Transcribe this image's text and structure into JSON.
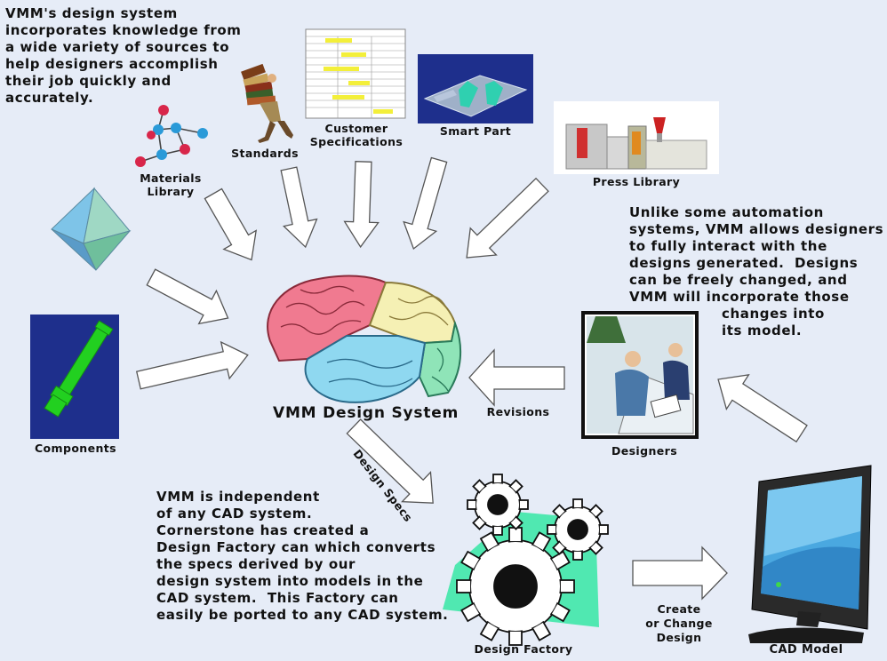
{
  "texts": {
    "intro": "VMM's design system\nincorporates knowledge from\na wide variety of sources to\nhelp designers accomplish\ntheir job quickly and\naccurately.",
    "interact": "Unlike some automation\nsystems, VMM allows designers\nto fully interact with the\ndesigns generated.  Designs\ncan be freely changed, and\nVMM will incorporate those",
    "interact_tail": "changes into\nits model.",
    "independent": "VMM is independent\nof any CAD system.\nCornerstone has created a\nDesign Factory can which converts\nthe specs derived by our\ndesign system into models in the\nCAD system.  This Factory can\neasily be ported to any CAD system."
  },
  "labels": {
    "standards": "Standards",
    "customer_specs": "Customer\nSpecifications",
    "smart_part": "Smart Part",
    "press_library": "Press Library",
    "materials_library": "Materials\nLibrary",
    "components": "Components",
    "designers": "Designers",
    "revisions": "Revisions",
    "design_specs": "Design Specs",
    "design_factory": "Design Factory",
    "create_change": "Create\nor Change\nDesign",
    "cad_model": "CAD Model",
    "center_title": "VMM Design System"
  },
  "colors": {
    "background": "#e6ecf7",
    "arrow_fill": "#ffffff",
    "arrow_stroke": "#555555",
    "brain_frontal": "#f07a90",
    "brain_parietal": "#f5f0b4",
    "brain_temporal": "#8fd8f0",
    "brain_occipital": "#8fe4b8",
    "smart_part_bg": "#1e2f8c",
    "components_bg": "#1e2f8c",
    "pipe_green": "#22d020",
    "gear_glow": "#3fe8a8"
  }
}
